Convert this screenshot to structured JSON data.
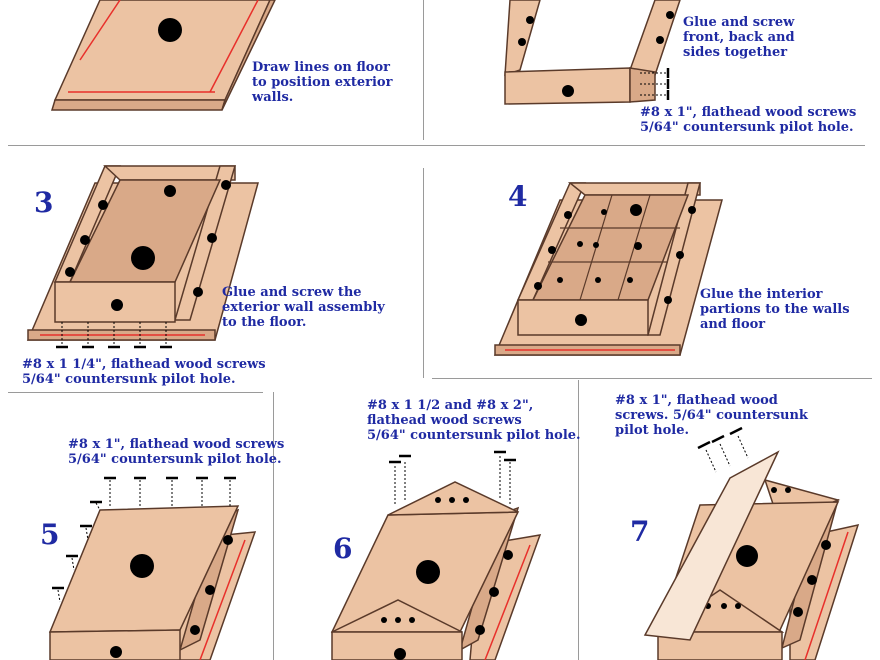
{
  "steps": [
    {
      "caption": [
        "Draw lines on floor",
        "to position exterior",
        "walls."
      ]
    },
    {
      "caption": [
        "Glue and screw",
        "front, back and",
        "sides together"
      ],
      "screws": [
        "#8 x 1\", flathead wood screws",
        "5/64\" countersunk pilot hole."
      ]
    },
    {
      "number": "3",
      "caption": [
        "Glue and screw the",
        "exterior wall assembly",
        "to the floor."
      ],
      "screws": [
        "#8 x 1 1/4\", flathead wood screws",
        "5/64\" countersunk pilot hole."
      ]
    },
    {
      "number": "4",
      "caption": [
        "Glue the interior",
        "partions to the walls",
        "and floor"
      ]
    },
    {
      "number": "5",
      "screws": [
        "#8 x 1\", flathead wood screws",
        "5/64\" countersunk pilot hole."
      ]
    },
    {
      "number": "6",
      "screws": [
        "#8 x 1 1/2 and #8 x 2\",",
        "flathead wood screws",
        "5/64\" countersunk pilot hole."
      ]
    },
    {
      "number": "7",
      "screws": [
        "#8 x 1\", flathead wood",
        "screws. 5/64\" countersunk",
        "pilot hole."
      ]
    }
  ],
  "colors": {
    "wood": "#ecc3a3",
    "wood_edge": "#5a3a2a",
    "floor_line": "#e8302b",
    "text": "#1f2aa3",
    "hole": "#000000"
  }
}
